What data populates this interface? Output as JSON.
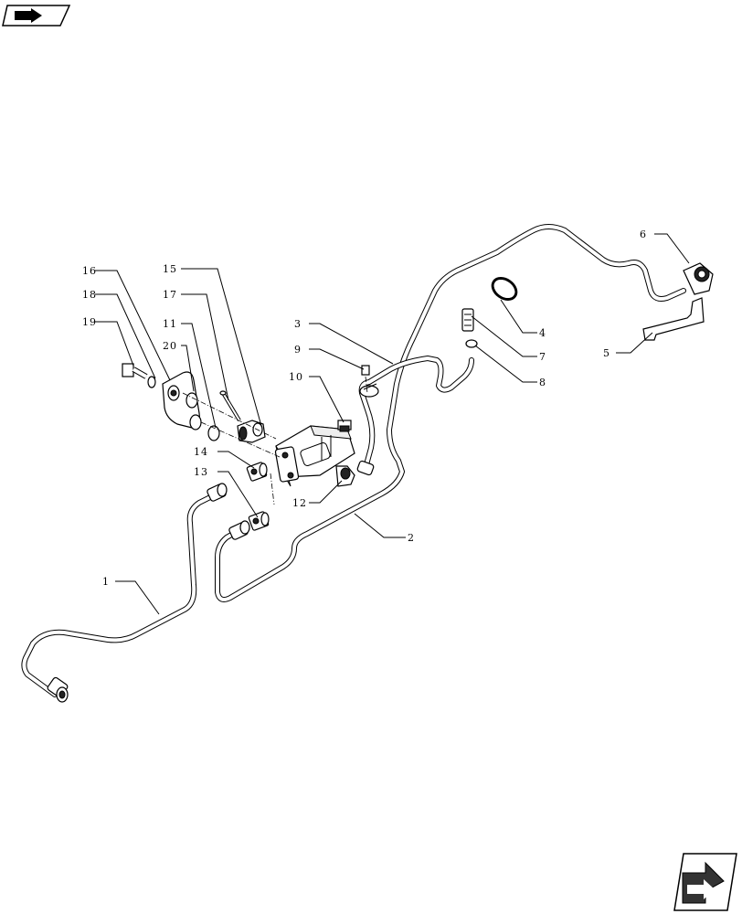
{
  "nav": {
    "prev_icon": "folder-arrow-icon",
    "next_icon": "next-page-arrow-icon"
  },
  "callouts": [
    {
      "id": "c1",
      "label": "1"
    },
    {
      "id": "c2",
      "label": "2"
    },
    {
      "id": "c3",
      "label": "3"
    },
    {
      "id": "c4",
      "label": "4"
    },
    {
      "id": "c5",
      "label": "5"
    },
    {
      "id": "c6",
      "label": "6"
    },
    {
      "id": "c7",
      "label": "7"
    },
    {
      "id": "c8",
      "label": "8"
    },
    {
      "id": "c9",
      "label": "9"
    },
    {
      "id": "c10",
      "label": "10"
    },
    {
      "id": "c11",
      "label": "11"
    },
    {
      "id": "c12",
      "label": "12"
    },
    {
      "id": "c13",
      "label": "13"
    },
    {
      "id": "c14",
      "label": "14"
    },
    {
      "id": "c15",
      "label": "15"
    },
    {
      "id": "c16",
      "label": "16"
    },
    {
      "id": "c17",
      "label": "17"
    },
    {
      "id": "c18",
      "label": "18"
    },
    {
      "id": "c19",
      "label": "19"
    },
    {
      "id": "c20",
      "label": "20"
    }
  ]
}
